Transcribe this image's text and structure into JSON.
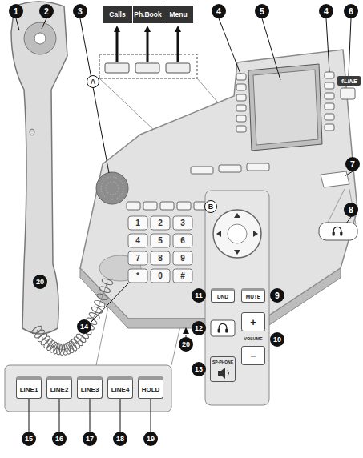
{
  "diagram": {
    "nodes": [
      {
        "text": [
          "Calls"
        ]
      },
      {
        "text": [
          "Ph.Book"
        ]
      },
      {
        "text": [
          "Menu"
        ]
      },
      {
        "text": [
          "4LINE"
        ]
      },
      {
        "text": [
          "LINE1"
        ]
      },
      {
        "text": [
          "LINE2"
        ]
      },
      {
        "text": [
          "LINE3"
        ]
      },
      {
        "text": [
          "LINE4"
        ]
      },
      {
        "text": [
          "HOLD"
        ]
      },
      {
        "text": [
          "DND"
        ]
      },
      {
        "text": [
          "MUTE"
        ]
      },
      {
        "text": [
          "+",
          "VOLUME",
          "−"
        ]
      },
      {
        "text": [
          "SP-PHONE"
        ]
      }
    ],
    "labels": [
      "1",
      "2",
      "3",
      "4",
      "4",
      "5",
      "6",
      "7",
      "8",
      "9",
      "10",
      "11",
      "12",
      "13",
      "14",
      "15",
      "16",
      "17",
      "18",
      "19",
      "20",
      "20",
      "A",
      "B",
      "1",
      "2",
      "3",
      "4",
      "5",
      "6",
      "7",
      "8",
      "9",
      "*",
      "0",
      "#"
    ]
  }
}
